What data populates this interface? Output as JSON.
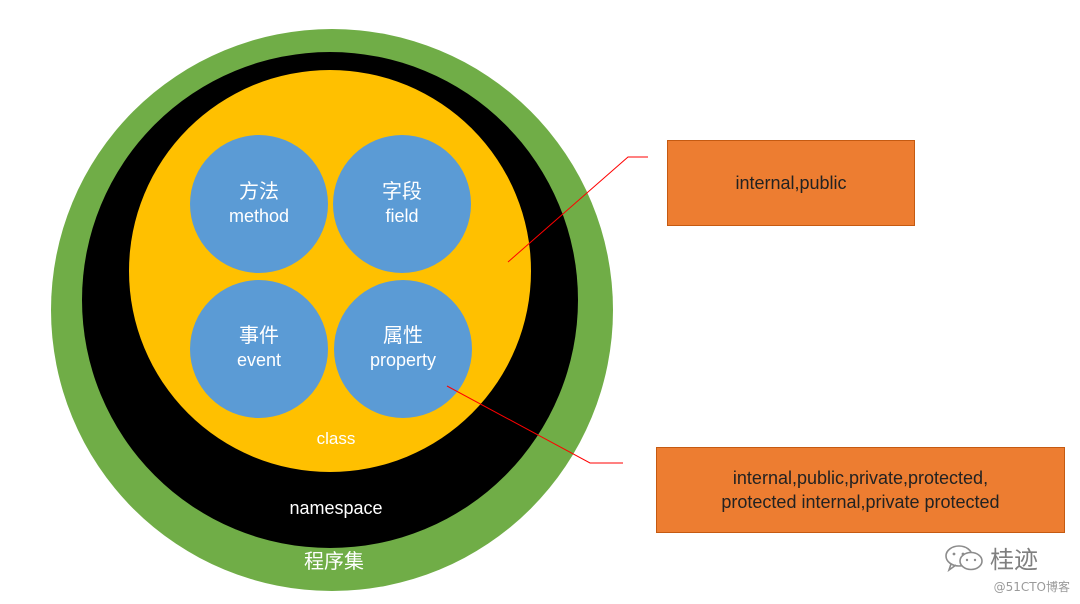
{
  "diagram": {
    "layers": {
      "assembly": "程序集",
      "namespace": "namespace",
      "class": "class"
    },
    "members": [
      {
        "zh": "方法",
        "en": "method"
      },
      {
        "zh": "字段",
        "en": "field"
      },
      {
        "zh": "事件",
        "en": "event"
      },
      {
        "zh": "属性",
        "en": "property"
      }
    ],
    "callouts": {
      "class_access": "internal,public",
      "member_access_line1": "internal,public,private,protected,",
      "member_access_line2": "protected internal,private protected"
    },
    "colors": {
      "assembly": "#70ad47",
      "namespace": "#000000",
      "class": "#ffc000",
      "member": "#5b9bd5",
      "callout": "#ed7d31",
      "connector": "#ff0000"
    }
  },
  "watermark": {
    "brand": "桂迹",
    "brand_icon": "wechat-icon",
    "site": "@51CTO博客"
  }
}
